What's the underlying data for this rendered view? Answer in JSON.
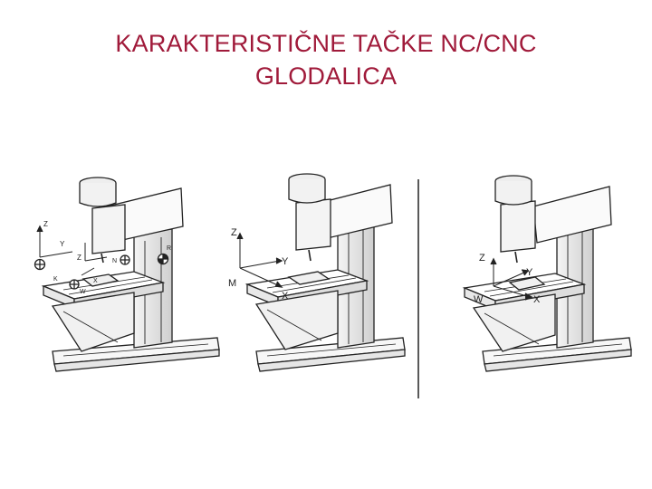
{
  "slide": {
    "title_line1": "KARAKTERISTIČNE TAČKE NC/CNC",
    "title_line2": "GLODALICA",
    "title_color": "#a01a3a"
  },
  "figure": {
    "left_machine": {
      "axis_z": "Z",
      "axis_y": "Y",
      "axis_x": "X",
      "point_zero_z": "Z",
      "point_k": "K",
      "point_w": "W",
      "point_n": "N",
      "point_r": "R"
    },
    "middle_machine": {
      "axis_z": "Z",
      "axis_y": "Y",
      "axis_x": "X",
      "point_m": "M"
    },
    "right_machine": {
      "axis_z": "Z",
      "axis_y": "Y",
      "axis_x": "X",
      "point_w": "W"
    }
  }
}
